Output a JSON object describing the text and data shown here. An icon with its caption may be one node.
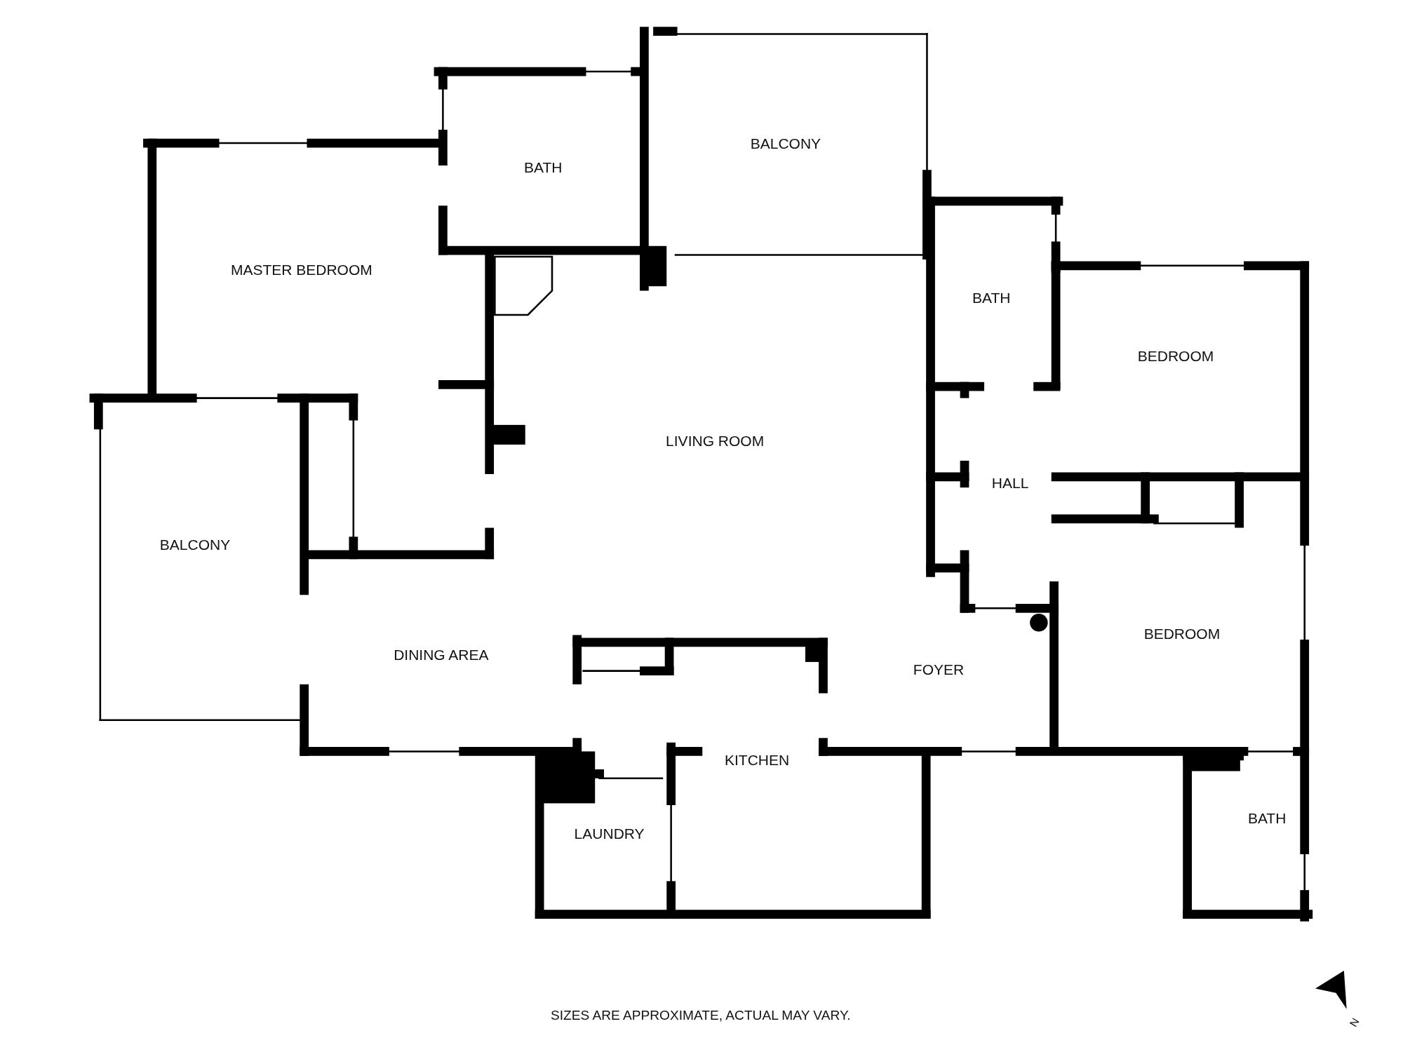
{
  "diagram": {
    "nodes": [
      {
        "text": [
          "BALCONY"
        ]
      },
      {
        "text": [
          "BATH"
        ]
      },
      {
        "text": [
          "MASTER BEDROOM"
        ]
      },
      {
        "text": [
          "BATH"
        ]
      },
      {
        "text": [
          "BEDROOM"
        ]
      },
      {
        "text": [
          "LIVING ROOM"
        ]
      },
      {
        "text": [
          "HALL"
        ]
      },
      {
        "text": [
          "BALCONY"
        ]
      },
      {
        "text": [
          "BEDROOM"
        ]
      },
      {
        "text": [
          "DINING AREA"
        ]
      },
      {
        "text": [
          "FOYER"
        ]
      },
      {
        "text": [
          "KITCHEN"
        ]
      },
      {
        "text": [
          "BATH"
        ]
      },
      {
        "text": [
          "LAUNDRY"
        ]
      }
    ],
    "labels": [
      "SIZES ARE APPROXIMATE, ACTUAL MAY VARY.",
      "N"
    ]
  }
}
